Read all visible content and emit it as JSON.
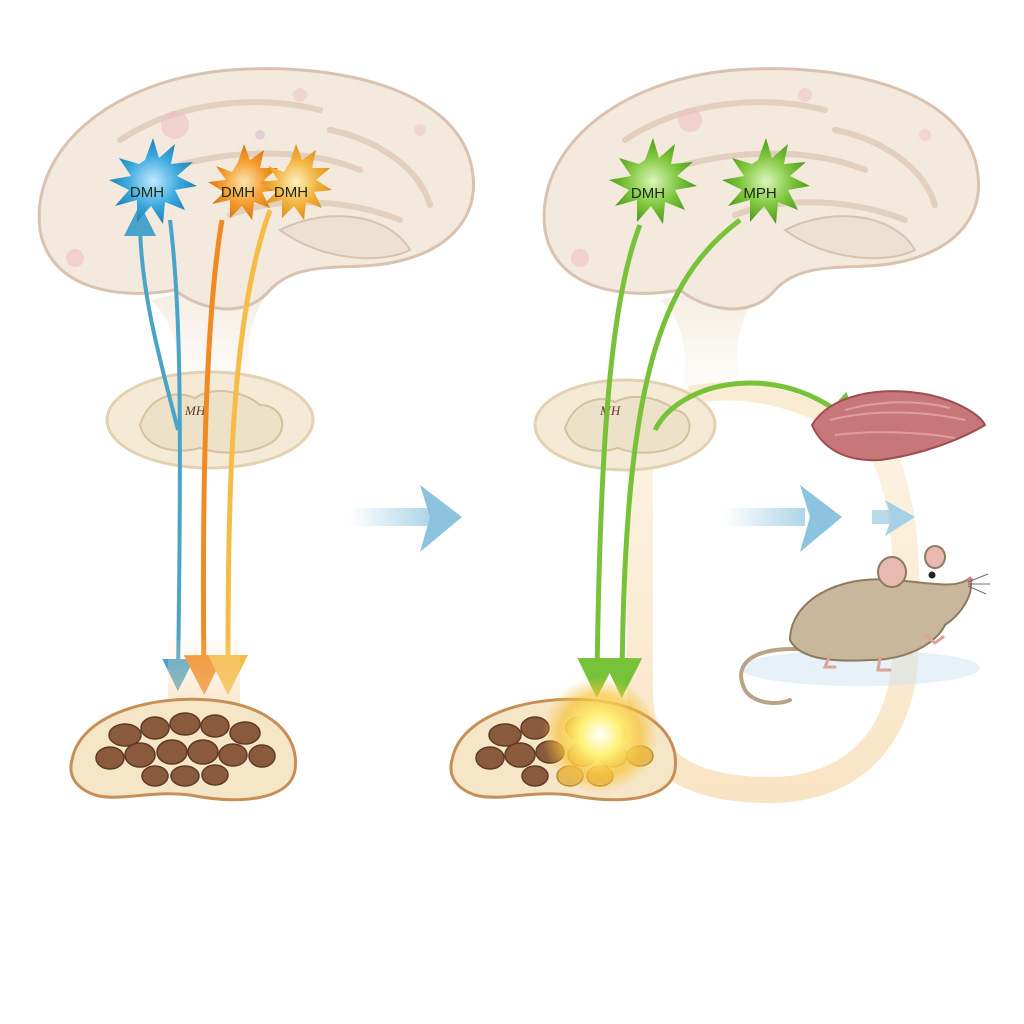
{
  "left_panel": {
    "nodes": [
      {
        "label": "DMH",
        "color": "#3aa8dc"
      },
      {
        "label": "DMH",
        "color": "#f39a2a"
      },
      {
        "label": "DMH",
        "color": "#f2b23a"
      }
    ],
    "relay_label": "MH"
  },
  "right_panel": {
    "nodes": [
      {
        "label": "DMH",
        "color": "#7cc43a"
      },
      {
        "label": "MPH",
        "color": "#6cbf2e"
      }
    ],
    "relay_label": "MH"
  },
  "colors": {
    "brain": "#f3e9dc",
    "brain_outline": "#d9c3b0",
    "blue_path": "#4aa3c8",
    "orange_path": "#f08a24",
    "yellow_path": "#f5bd45",
    "green_path": "#78c23a",
    "fat_tissue": "#8a5a3c",
    "muscle": "#c7767a",
    "mouse": "#c9b79c",
    "transition_arrow": "#8cc3de"
  },
  "icons": [
    "brain",
    "hypothalamus",
    "adipose-tissue",
    "muscle",
    "mouse",
    "flow-arrow"
  ]
}
